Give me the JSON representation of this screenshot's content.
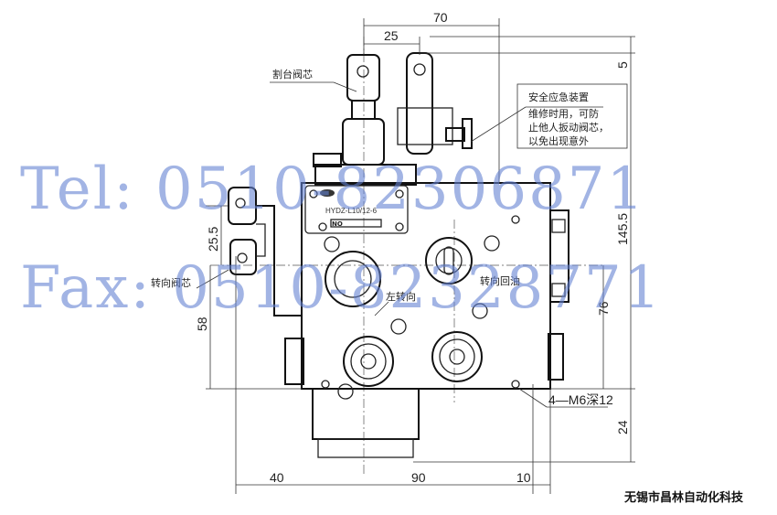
{
  "dimensions": {
    "top_70": "70",
    "top_25": "25",
    "right_5": "5",
    "right_145_5": "145.5",
    "right_76": "76",
    "right_24": "24",
    "left_25_5": "25.5",
    "left_58": "58",
    "bottom_40": "40",
    "bottom_90": "90",
    "bottom_10": "10"
  },
  "labels": {
    "header_valve_spool": "割台阀芯",
    "steering_valve_spool": "转向阀芯",
    "left_turn": "左转向",
    "steering_return": "转向回油",
    "safety_title": "安全应急装置",
    "safety_line1": "维修时用，可防",
    "safety_line2": "止他人扳动阀芯，",
    "safety_line3": "以免出现意外",
    "mount_holes": "4—M6深12"
  },
  "nameplate": {
    "model": "HYDZ-L10/12-6",
    "no_label": "NO"
  },
  "watermark": {
    "tel": "Tel: 0510-82306871",
    "fax": "Fax: 0510-82328771"
  },
  "company": "无锡市昌林自动化科技"
}
